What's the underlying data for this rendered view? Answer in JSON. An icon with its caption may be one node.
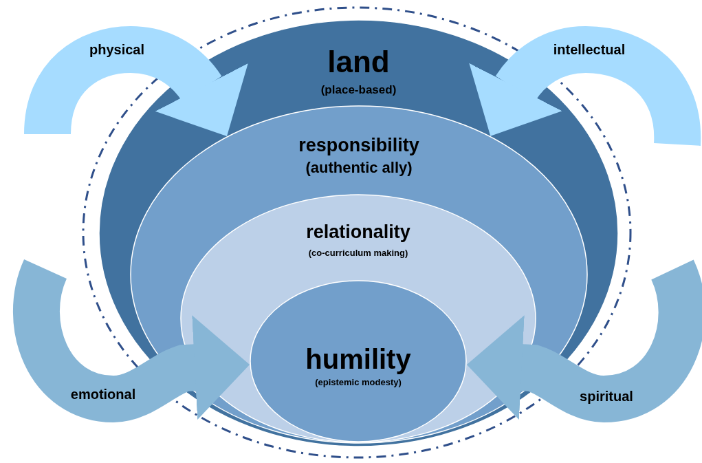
{
  "diagram": {
    "nodes": [
      {
        "text": [
          "land",
          "(place-based)"
        ]
      },
      {
        "text": [
          "responsibility",
          "(authentic ally)"
        ],
        "in": 0
      },
      {
        "text": [
          "relationality",
          "(co-curriculum making)"
        ],
        "in": 1
      },
      {
        "text": [
          "humility",
          "(epistemic modesty)"
        ],
        "in": 2
      }
    ],
    "edges": [
      {
        "from": null,
        "to": 1,
        "arrow": "to",
        "label": "physical",
        "color": "#a6dcff"
      },
      {
        "from": null,
        "to": 1,
        "arrow": "to",
        "label": "intellectual",
        "color": "#a6dcff"
      },
      {
        "from": null,
        "to": 3,
        "arrow": "to",
        "label": "emotional",
        "color": "#87b6d6"
      },
      {
        "from": null,
        "to": 3,
        "arrow": "to",
        "label": "spiritual",
        "color": "#87b6d6"
      }
    ]
  }
}
